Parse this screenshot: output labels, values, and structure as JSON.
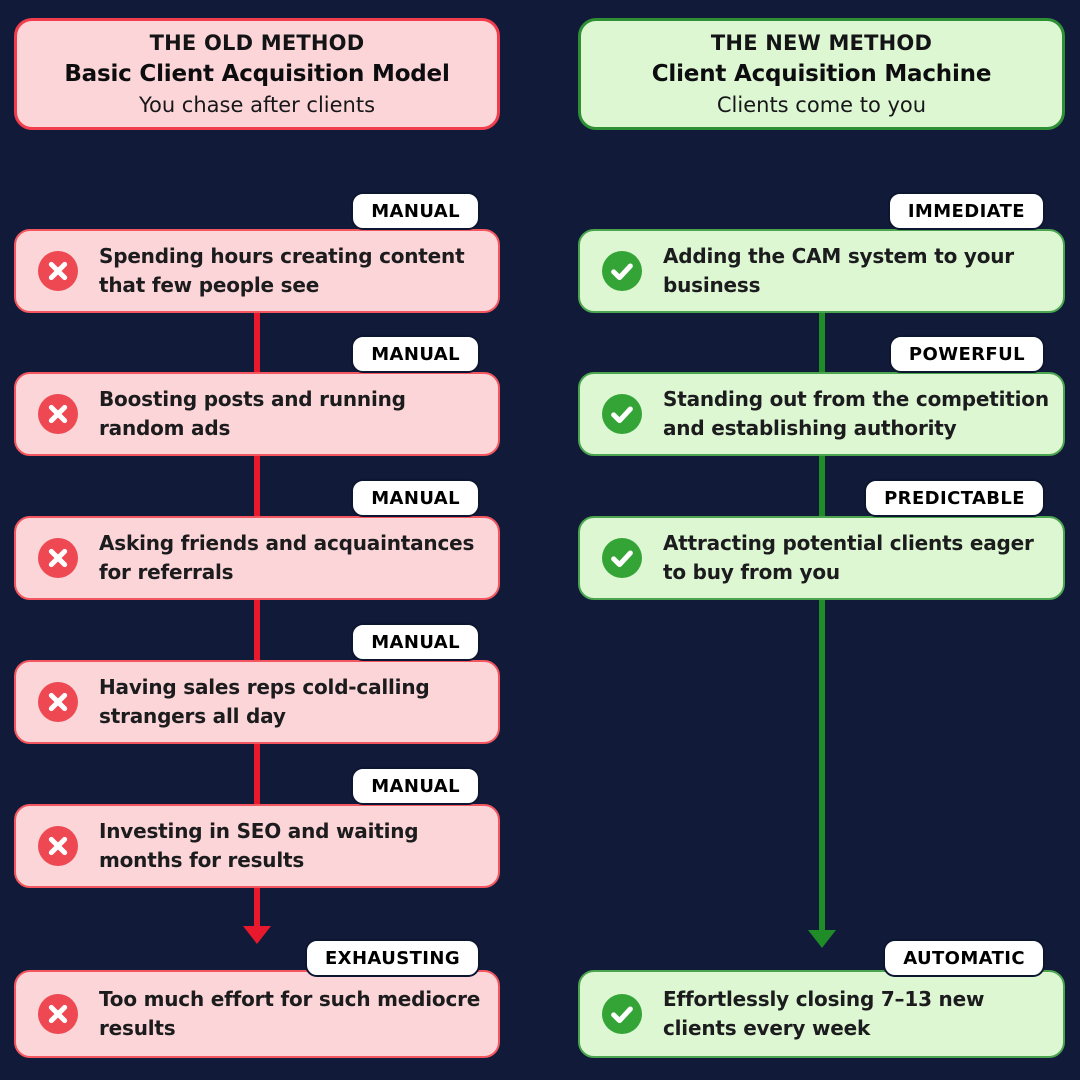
{
  "colors": {
    "background": "#111A38",
    "old_accent_arrow": "#E8192D",
    "old_card_bg": "#FBD5D7",
    "old_card_border": "#F4565F",
    "old_icon_circle": "#EE4853",
    "new_accent_arrow": "#1F8C27",
    "new_card_bg": "#DCF7D2",
    "new_card_border": "#4AA54E",
    "new_icon_circle": "#35A436",
    "badge_bg": "#FFFFFF",
    "text": "#1C1C1E"
  },
  "old": {
    "header": {
      "line1": "THE OLD METHOD",
      "line2": "Basic Client Acquisition Model",
      "line3": "You chase after clients"
    },
    "items": [
      {
        "badge": "MANUAL",
        "text": "Spending hours creating content that few people see"
      },
      {
        "badge": "MANUAL",
        "text": "Boosting posts and running random ads"
      },
      {
        "badge": "MANUAL",
        "text": "Asking friends and acquaintances for referrals"
      },
      {
        "badge": "MANUAL",
        "text": "Having sales reps cold-calling strangers all day"
      },
      {
        "badge": "MANUAL",
        "text": "Investing in SEO and waiting months for results"
      }
    ],
    "final": {
      "badge": "EXHAUSTING",
      "text": "Too much effort for such mediocre results"
    }
  },
  "new": {
    "header": {
      "line1": "THE NEW METHOD",
      "line2": "Client Acquisition Machine",
      "line3": "Clients come to you"
    },
    "items": [
      {
        "badge": "IMMEDIATE",
        "text": "Adding the CAM system to your business"
      },
      {
        "badge": "POWERFUL",
        "text": "Standing out from the competition and establishing authority"
      },
      {
        "badge": "PREDICTABLE",
        "text": "Attracting potential clients eager to buy from you"
      }
    ],
    "final": {
      "badge": "AUTOMATIC",
      "text": "Effortlessly closing 7–13 new clients every week"
    }
  }
}
